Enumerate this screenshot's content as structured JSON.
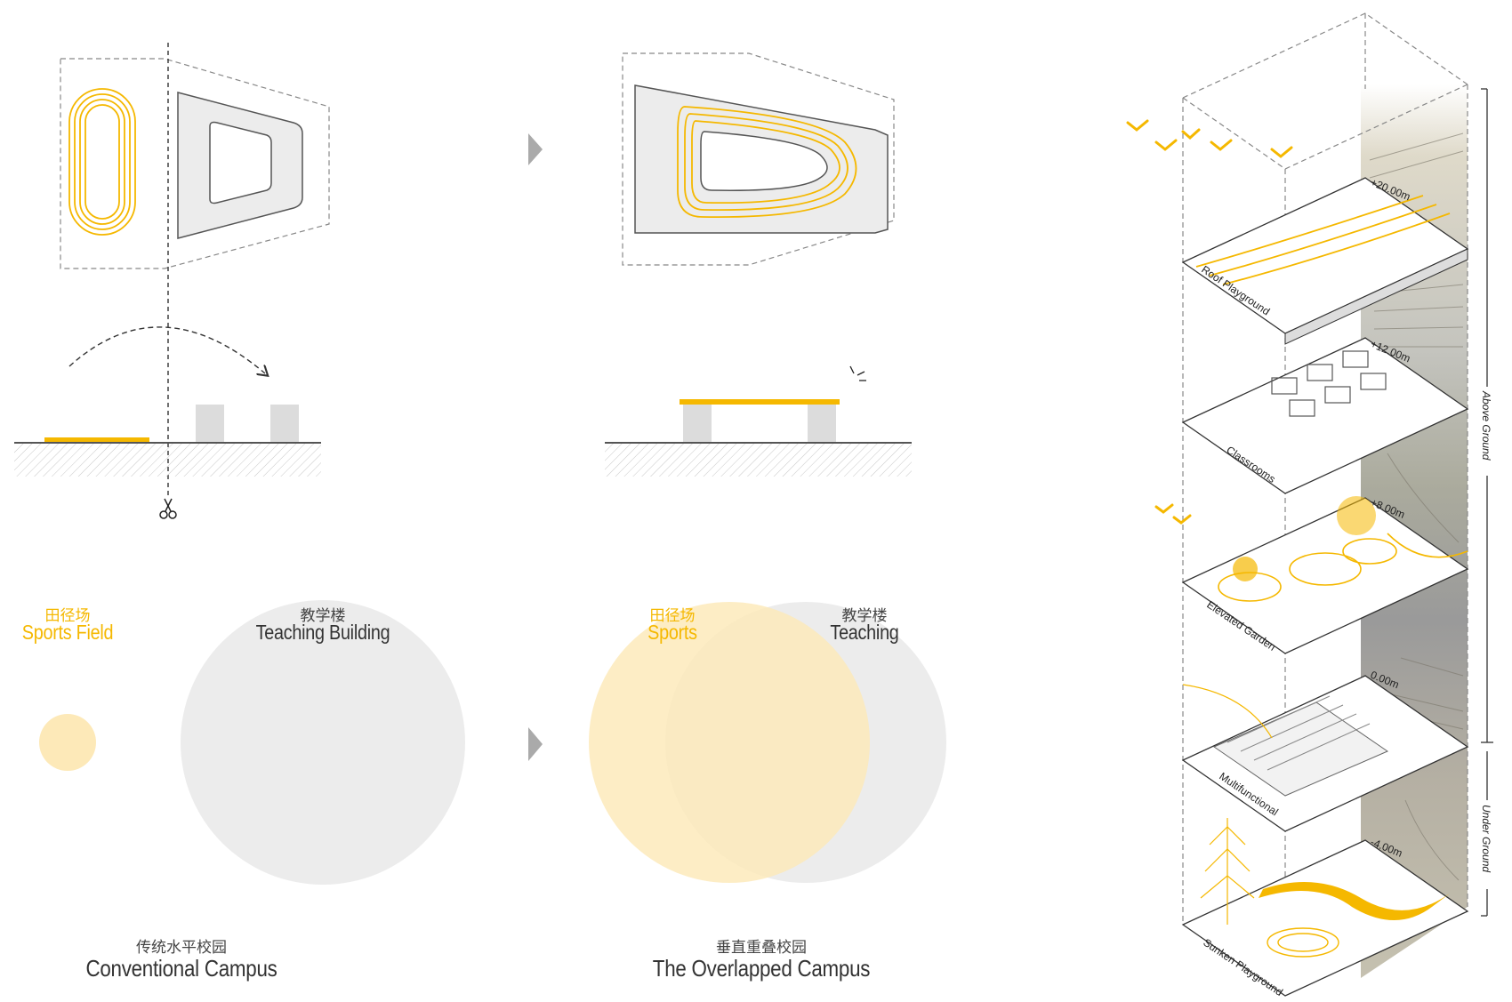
{
  "conventional": {
    "sports_cn": "田径场",
    "sports_en": "Sports Field",
    "teaching_cn": "教学楼",
    "teaching_en": "Teaching Building",
    "title_cn": "传统水平校园",
    "title_en": "Conventional Campus"
  },
  "overlapped": {
    "sports_cn": "田径场",
    "sports_en": "Sports",
    "teaching_cn": "教学楼",
    "teaching_en": "Teaching",
    "title_cn": "垂直重叠校园",
    "title_en": "The Overlapped Campus"
  },
  "stack": {
    "levels": [
      {
        "name": "Roof Playground",
        "elevation": "+20.00m"
      },
      {
        "name": "Classrooms",
        "elevation": "+12.00m"
      },
      {
        "name": "Elevated Garden",
        "elevation": "+8.00m"
      },
      {
        "name": "Multifunctional",
        "elevation": "0.00m"
      },
      {
        "name": "Sunken Playground",
        "elevation": "-4.00m"
      }
    ],
    "above_ground": "Above Ground",
    "under_ground": "Under Ground"
  },
  "colors": {
    "accent": "#f5b800",
    "grey_fill": "#ececec",
    "line": "#555555"
  }
}
